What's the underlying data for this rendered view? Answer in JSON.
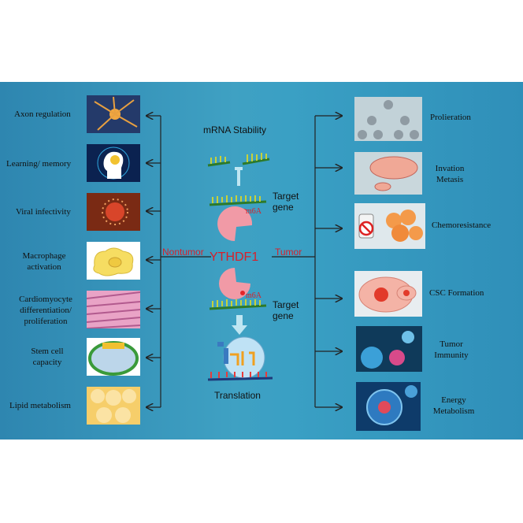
{
  "center": {
    "top_title": "mRNA Stability",
    "target_gene_top": [
      "Target",
      "gene"
    ],
    "m6a_top": "m6A",
    "reader": "YTHDF1",
    "m6a_bottom": "m6A",
    "target_gene_bottom": [
      "Target",
      "gene"
    ],
    "bottom_title": "Translation"
  },
  "branches": {
    "left": "Nontumor",
    "right": "Tumor"
  },
  "left_items": [
    {
      "lines": [
        "Axon regulation"
      ]
    },
    {
      "lines": [
        "Learning/ memory"
      ]
    },
    {
      "lines": [
        "Viral infectivity"
      ]
    },
    {
      "lines": [
        "Macrophage",
        "activation"
      ]
    },
    {
      "lines": [
        "Cardiomyocyte",
        "differentiation/",
        "proliferation"
      ]
    },
    {
      "lines": [
        "Stem cell",
        "capacity"
      ]
    },
    {
      "lines": [
        "Lipid metabolism"
      ]
    }
  ],
  "right_items": [
    {
      "lines": [
        "Prolieration"
      ]
    },
    {
      "lines": [
        "Invation",
        "Metasis"
      ]
    },
    {
      "lines": [
        "Chemoresistance"
      ]
    },
    {
      "lines": [
        "CSC Formation"
      ]
    },
    {
      "lines": [
        "Tumor",
        "Immunity"
      ]
    },
    {
      "lines": [
        "Energy",
        "Metabolism"
      ]
    }
  ],
  "colors": {
    "panel": "#3a9cc2",
    "red_text": "#d8202a",
    "arrow": "#222222",
    "reader_pink": "#f19aa6"
  }
}
